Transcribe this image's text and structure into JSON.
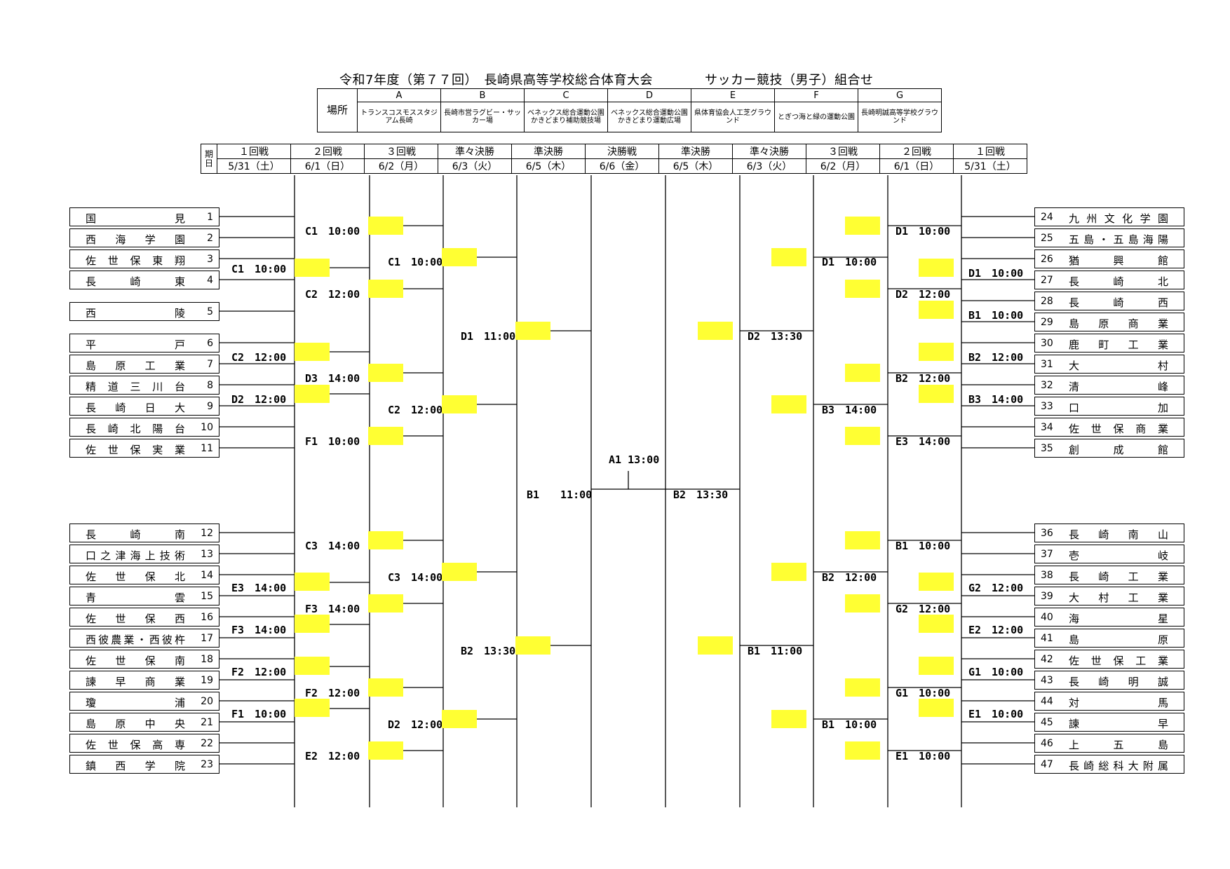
{
  "title": "令和7年度（第７７回）　長崎県高等学校総合体育大会　　　　サッカー競技（男子）組合せ",
  "venue_header": "場所",
  "venues": [
    {
      "code": "A",
      "name": "トランスコスモススタジアム長崎"
    },
    {
      "code": "B",
      "name": "長崎市営ラグビー・サッカー場"
    },
    {
      "code": "C",
      "name": "ベネックス総合運動公園かきどまり補助競技場"
    },
    {
      "code": "D",
      "name": "ベネックス総合運動公園かきどまり運動広場"
    },
    {
      "code": "E",
      "name": "県体育協会人工芝グラウンド"
    },
    {
      "code": "F",
      "name": "とぎつ海と緑の運動公園"
    },
    {
      "code": "G",
      "name": "長崎明誠高等学校グラウンド"
    }
  ],
  "date_header": "期日",
  "rounds": [
    {
      "name": "１回戦",
      "date": "5/31（土）"
    },
    {
      "name": "２回戦",
      "date": "6/1（日）"
    },
    {
      "name": "３回戦",
      "date": "6/2（月）"
    },
    {
      "name": "準々決勝",
      "date": "6/3（火）"
    },
    {
      "name": "準決勝",
      "date": "6/5（木）"
    },
    {
      "name": "決勝戦",
      "date": "6/6（金）"
    },
    {
      "name": "準決勝",
      "date": "6/5（木）"
    },
    {
      "name": "準々決勝",
      "date": "6/3（火）"
    },
    {
      "name": "３回戦",
      "date": "6/2（月）"
    },
    {
      "name": "２回戦",
      "date": "6/1（日）"
    },
    {
      "name": "１回戦",
      "date": "5/31（土）"
    }
  ],
  "left_teams": [
    {
      "no": "1",
      "name": "国見"
    },
    {
      "no": "2",
      "name": "西海学園"
    },
    {
      "no": "3",
      "name": "佐世保東翔"
    },
    {
      "no": "4",
      "name": "長崎東"
    },
    {
      "no": "5",
      "name": "西陵"
    },
    {
      "no": "6",
      "name": "平戸"
    },
    {
      "no": "7",
      "name": "島原工業"
    },
    {
      "no": "8",
      "name": "精道三川台"
    },
    {
      "no": "9",
      "name": "長崎日大"
    },
    {
      "no": "10",
      "name": "長崎北陽台"
    },
    {
      "no": "11",
      "name": "佐世保実業"
    },
    {
      "no": "12",
      "name": "長崎南"
    },
    {
      "no": "13",
      "name": "口之津海上技術"
    },
    {
      "no": "14",
      "name": "佐世保北"
    },
    {
      "no": "15",
      "name": "青雲"
    },
    {
      "no": "16",
      "name": "佐世保西"
    },
    {
      "no": "17",
      "name": "西彼農業・西彼杵"
    },
    {
      "no": "18",
      "name": "佐世保南"
    },
    {
      "no": "19",
      "name": "諫早商業"
    },
    {
      "no": "20",
      "name": "瓊浦"
    },
    {
      "no": "21",
      "name": "島原中央"
    },
    {
      "no": "22",
      "name": "佐世保高専"
    },
    {
      "no": "23",
      "name": "鎮西学院"
    }
  ],
  "right_teams": [
    {
      "no": "24",
      "name": "九州文化学園"
    },
    {
      "no": "25",
      "name": "五島・五島海陽"
    },
    {
      "no": "26",
      "name": "猶興館"
    },
    {
      "no": "27",
      "name": "長崎北"
    },
    {
      "no": "28",
      "name": "長崎西"
    },
    {
      "no": "29",
      "name": "島原商業"
    },
    {
      "no": "30",
      "name": "鹿町工業"
    },
    {
      "no": "31",
      "name": "大村"
    },
    {
      "no": "32",
      "name": "清峰"
    },
    {
      "no": "33",
      "name": "口加"
    },
    {
      "no": "34",
      "name": "佐世保商業"
    },
    {
      "no": "35",
      "name": "創成館"
    },
    {
      "no": "36",
      "name": "長崎南山"
    },
    {
      "no": "37",
      "name": "壱岐"
    },
    {
      "no": "38",
      "name": "長崎工業"
    },
    {
      "no": "39",
      "name": "大村工業"
    },
    {
      "no": "40",
      "name": "海星"
    },
    {
      "no": "41",
      "name": "島原"
    },
    {
      "no": "42",
      "name": "佐世保工業"
    },
    {
      "no": "43",
      "name": "長崎明誠"
    },
    {
      "no": "44",
      "name": "対馬"
    },
    {
      "no": "45",
      "name": "諫早"
    },
    {
      "no": "46",
      "name": "上五島"
    },
    {
      "no": "47",
      "name": "長崎総科大附属"
    }
  ],
  "match_labels": [
    "C1　10:00",
    "C2　12:00",
    "D2　12:00",
    "E3　14:00",
    "F3　14:00",
    "F2　12:00",
    "F1　10:00",
    "C1　10:00",
    "C2　12:00",
    "D3　14:00",
    "F1　10:00",
    "C3　14:00",
    "F3　14:00",
    "F2　12:00",
    "E2　12:00",
    "C1　10:00",
    "C2　12:00",
    "C3　14:00",
    "D2　12:00",
    "D1　11:00",
    "B2　13:30",
    "B1　　11:00",
    "A1 13:00",
    "B2　13:30",
    "D2　13:30",
    "B1　11:00",
    "D1　10:00",
    "B3　14:00",
    "B2　12:00",
    "B1　10:00",
    "D1　10:00",
    "D2　12:00",
    "B2　12:00",
    "E3　14:00",
    "B1　10:00",
    "G2　12:00",
    "G1　10:00",
    "E1　10:00",
    "D1　10:00",
    "B1　10:00",
    "B2　12:00",
    "B3　14:00",
    "G2　12:00",
    "E2　12:00",
    "G1　10:00",
    "E1　10:00"
  ]
}
